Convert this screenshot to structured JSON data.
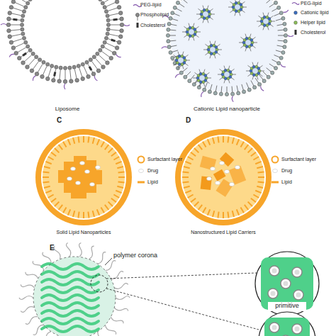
{
  "diagram": {
    "labels": [
      "PEG-lipid",
      "Phospholipid",
      "Cholesterol",
      "Liposome",
      "PEG-lipid",
      "Cationic lipid",
      "Helper lipid",
      "Cholesterol",
      "Cationic Lipid nanoparticle",
      "C",
      "Surfactant layer",
      "Drug",
      "Lipid",
      "Solid Lipid Nanoparticles",
      "D",
      "Surfactant layer",
      "Drug",
      "Lipid",
      "Nanostructured Lipid Carriers",
      "E",
      "polymer corona",
      "primitive"
    ]
  }
}
